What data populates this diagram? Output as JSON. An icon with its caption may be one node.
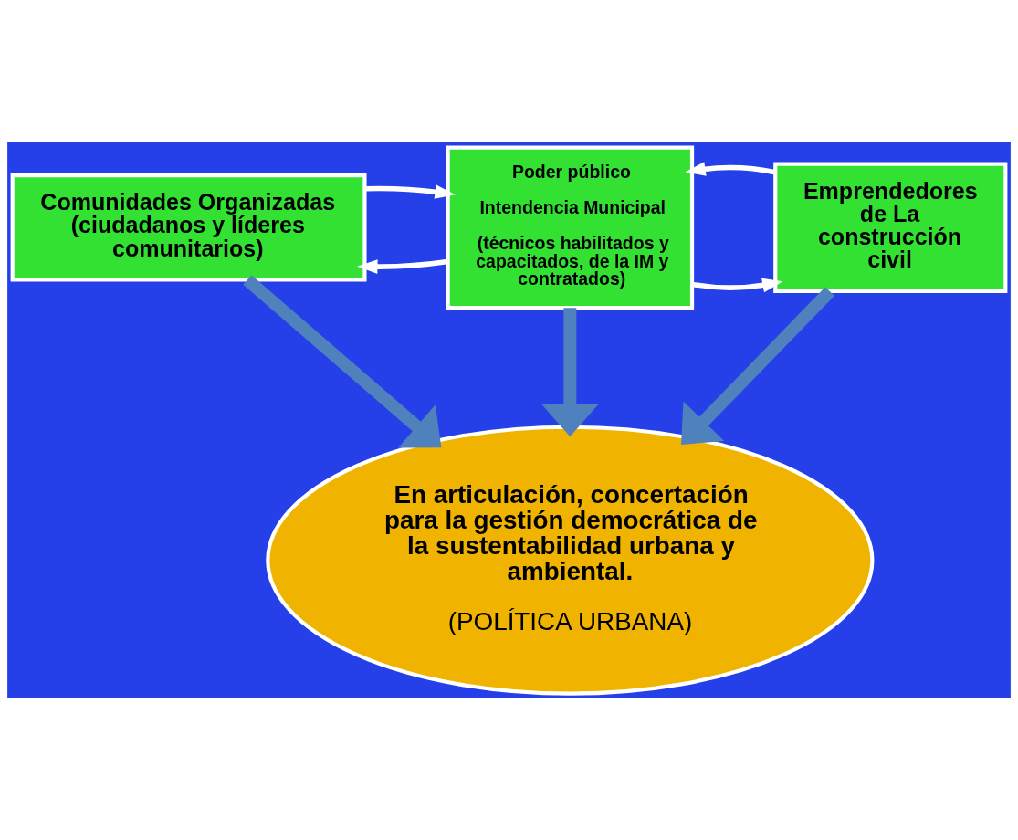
{
  "diagram": {
    "nodes": [
      {
        "text": [
          "Comunidades Organizadas (ciudadanos y líderes comunitarios)"
        ]
      },
      {
        "text": [
          "Poder público",
          "Intendencia Municipal",
          "(técnicos habilitados y capacitados, de la IM y contratados)"
        ]
      },
      {
        "text": [
          "Emprendedores de La construcción civil"
        ]
      },
      {
        "text": [
          "En articulación, concertación para la gestión democrática de la sustentabilidad urbana y ambiental.",
          "(POLÍTICA URBANA)"
        ]
      }
    ],
    "edges": [
      {
        "from": 1,
        "to": 0,
        "arrow": "to"
      },
      {
        "from": 0,
        "to": 1,
        "arrow": "to"
      },
      {
        "from": 1,
        "to": 2,
        "arrow": "to"
      },
      {
        "from": 2,
        "to": 1,
        "arrow": "to"
      },
      {
        "from": 0,
        "to": 3,
        "arrow": "to",
        "style": "thick",
        "color": "#4f81bd"
      },
      {
        "from": 1,
        "to": 3,
        "arrow": "to",
        "style": "thick",
        "color": "#4f81bd"
      },
      {
        "from": 2,
        "to": 3,
        "arrow": "to",
        "style": "thick",
        "color": "#4f81bd"
      }
    ]
  }
}
